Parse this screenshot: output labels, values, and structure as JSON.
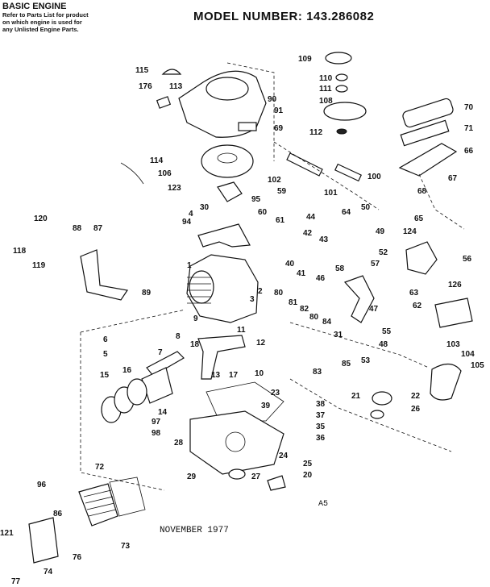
{
  "header": {
    "title": "BASIC ENGINE",
    "note_lines": [
      "Refer to Parts List for product",
      "on which engine is used for",
      "any Unlisted Engine Parts."
    ],
    "model_label": "MODEL NUMBER:",
    "model_number": "143.286082"
  },
  "footer": {
    "date": "NOVEMBER 1977",
    "code": "A5"
  },
  "parts": [
    {
      "n": "115"
    },
    {
      "n": "176"
    },
    {
      "n": "113"
    },
    {
      "n": "90"
    },
    {
      "n": "91"
    },
    {
      "n": "69"
    },
    {
      "n": "109"
    },
    {
      "n": "110"
    },
    {
      "n": "111"
    },
    {
      "n": "108"
    },
    {
      "n": "112"
    },
    {
      "n": "70"
    },
    {
      "n": "71"
    },
    {
      "n": "66"
    },
    {
      "n": "67"
    },
    {
      "n": "68"
    },
    {
      "n": "114"
    },
    {
      "n": "106"
    },
    {
      "n": "123"
    },
    {
      "n": "102"
    },
    {
      "n": "100"
    },
    {
      "n": "101"
    },
    {
      "n": "59"
    },
    {
      "n": "95"
    },
    {
      "n": "30"
    },
    {
      "n": "4"
    },
    {
      "n": "94"
    },
    {
      "n": "60"
    },
    {
      "n": "61"
    },
    {
      "n": "44"
    },
    {
      "n": "42"
    },
    {
      "n": "43"
    },
    {
      "n": "64"
    },
    {
      "n": "50"
    },
    {
      "n": "49"
    },
    {
      "n": "65"
    },
    {
      "n": "124"
    },
    {
      "n": "56"
    },
    {
      "n": "52"
    },
    {
      "n": "57"
    },
    {
      "n": "58"
    },
    {
      "n": "120"
    },
    {
      "n": "88"
    },
    {
      "n": "87"
    },
    {
      "n": "118"
    },
    {
      "n": "119"
    },
    {
      "n": "89"
    },
    {
      "n": "1"
    },
    {
      "n": "40"
    },
    {
      "n": "41"
    },
    {
      "n": "46"
    },
    {
      "n": "2"
    },
    {
      "n": "3"
    },
    {
      "n": "80"
    },
    {
      "n": "81"
    },
    {
      "n": "82"
    },
    {
      "n": "47"
    },
    {
      "n": "63"
    },
    {
      "n": "62"
    },
    {
      "n": "126"
    },
    {
      "n": "9"
    },
    {
      "n": "8"
    },
    {
      "n": "6"
    },
    {
      "n": "5"
    },
    {
      "n": "7"
    },
    {
      "n": "11"
    },
    {
      "n": "18"
    },
    {
      "n": "12"
    },
    {
      "n": "84"
    },
    {
      "n": "31"
    },
    {
      "n": "55"
    },
    {
      "n": "48"
    },
    {
      "n": "53"
    },
    {
      "n": "85"
    },
    {
      "n": "83"
    },
    {
      "n": "80"
    },
    {
      "n": "103"
    },
    {
      "n": "104"
    },
    {
      "n": "105"
    },
    {
      "n": "16"
    },
    {
      "n": "15"
    },
    {
      "n": "13"
    },
    {
      "n": "17"
    },
    {
      "n": "10"
    },
    {
      "n": "14"
    },
    {
      "n": "23"
    },
    {
      "n": "39"
    },
    {
      "n": "38"
    },
    {
      "n": "37"
    },
    {
      "n": "35"
    },
    {
      "n": "36"
    },
    {
      "n": "21"
    },
    {
      "n": "22"
    },
    {
      "n": "26"
    },
    {
      "n": "97"
    },
    {
      "n": "98"
    },
    {
      "n": "28"
    },
    {
      "n": "24"
    },
    {
      "n": "25"
    },
    {
      "n": "20"
    },
    {
      "n": "29"
    },
    {
      "n": "27"
    },
    {
      "n": "72"
    },
    {
      "n": "96"
    },
    {
      "n": "86"
    },
    {
      "n": "121"
    },
    {
      "n": "76"
    },
    {
      "n": "73"
    },
    {
      "n": "74"
    },
    {
      "n": "77"
    }
  ]
}
